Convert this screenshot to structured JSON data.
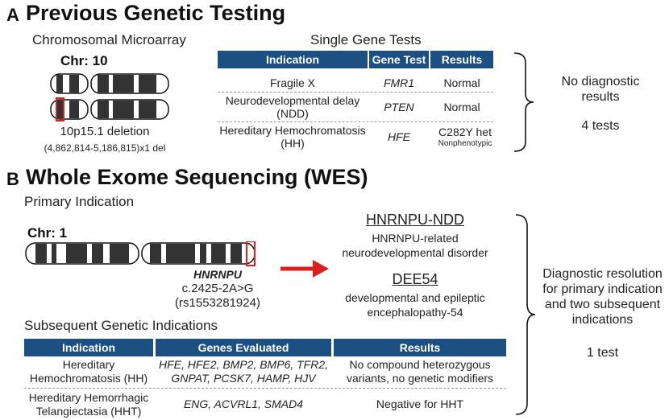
{
  "panelA": {
    "letter": "A",
    "title": "Previous Genetic Testing",
    "microarray": {
      "title": "Chromosomal Microarray",
      "chr_label": "Chr: 10",
      "deletion": "10p15.1 deletion",
      "coords": "(4,862,814-5,186,815)x1 del"
    },
    "single_gene": {
      "title": "Single Gene Tests",
      "headers": [
        "Indication",
        "Gene Test",
        "Results"
      ],
      "rows": [
        {
          "indication": "Fragile X",
          "gene": "FMR1",
          "result": "Normal",
          "result_sub": ""
        },
        {
          "indication": "Neurodevelopmental delay (NDD)",
          "gene": "PTEN",
          "result": "Normal",
          "result_sub": ""
        },
        {
          "indication": "Hereditary Hemochromatosis (HH)",
          "gene": "HFE",
          "result": "C282Y het",
          "result_sub": "Nonphenotypic"
        }
      ]
    },
    "summary": {
      "line1": "No diagnostic",
      "line2": "results",
      "count": "4 tests"
    }
  },
  "panelB": {
    "letter": "B",
    "title": "Whole Exome Sequencing (WES)",
    "primary": {
      "title": "Primary Indication",
      "chr_label": "Chr: 1",
      "gene": "HNRNPU",
      "variant": "c.2425-2A>G",
      "rsid": "(rs1553281924)"
    },
    "diagnoses": [
      {
        "name": "HNRNPU-NDD",
        "desc1": "HNRNPU-related",
        "desc2": "neurodevelopmental disorder"
      },
      {
        "name": "DEE54",
        "desc1": "developmental and epileptic",
        "desc2": "encephalopathy-54"
      }
    ],
    "subsequent": {
      "title": "Subsequent Genetic Indications",
      "headers": [
        "Indication",
        "Genes Evaluated",
        "Results"
      ],
      "rows": [
        {
          "indication1": "Hereditary",
          "indication2": "Hemochromatosis (HH)",
          "genes1": "HFE, HFE2, BMP2, BMP6, TFR2,",
          "genes2": "GNPAT, PCSK7, HAMP, HJV",
          "result1": "No compound heterozygous",
          "result2": "variants, no genetic modifiers"
        },
        {
          "indication1": "Hereditary Hemorrhagic",
          "indication2": "Telangiectasia (HHT)",
          "genes1": "ENG, ACVRL1, SMAD4",
          "genes2": "",
          "result1": "Negative for HHT",
          "result2": ""
        }
      ]
    },
    "summary": {
      "line1": "Diagnostic resolution",
      "line2": "for primary indication",
      "line3": "and two subsequent",
      "line4": "indications",
      "count": "1 test"
    }
  },
  "colors": {
    "header_blue": "#1c4f82",
    "highlight_red": "#d8211f",
    "count_red": "#d8211f",
    "count_green": "#44c548"
  }
}
